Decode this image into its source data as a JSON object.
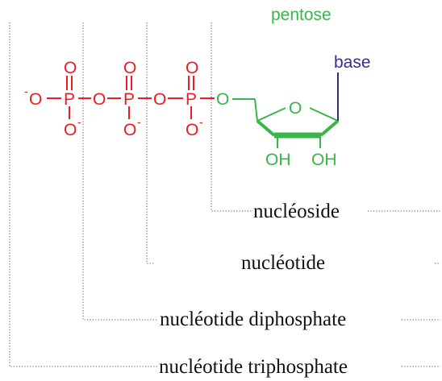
{
  "colors": {
    "phosphate": "#ec1c24",
    "sugar": "#39b54a",
    "base": "#2e3192",
    "text": "#111111",
    "bracket": "#555555"
  },
  "molecule": {
    "pentose_label": "pentose",
    "base_label": "base",
    "phosphorus": "P",
    "oxygen": "O",
    "charge": "-",
    "ring_oxygen": "O",
    "hydroxyl_left": "OH",
    "hydroxyl_right": "OH"
  },
  "brackets": {
    "nucleoside": "nucléoside",
    "nucleotide": "nucléotide",
    "diphosphate": "nucléotide diphosphate",
    "triphosphate": "nucléotide triphosphate"
  }
}
